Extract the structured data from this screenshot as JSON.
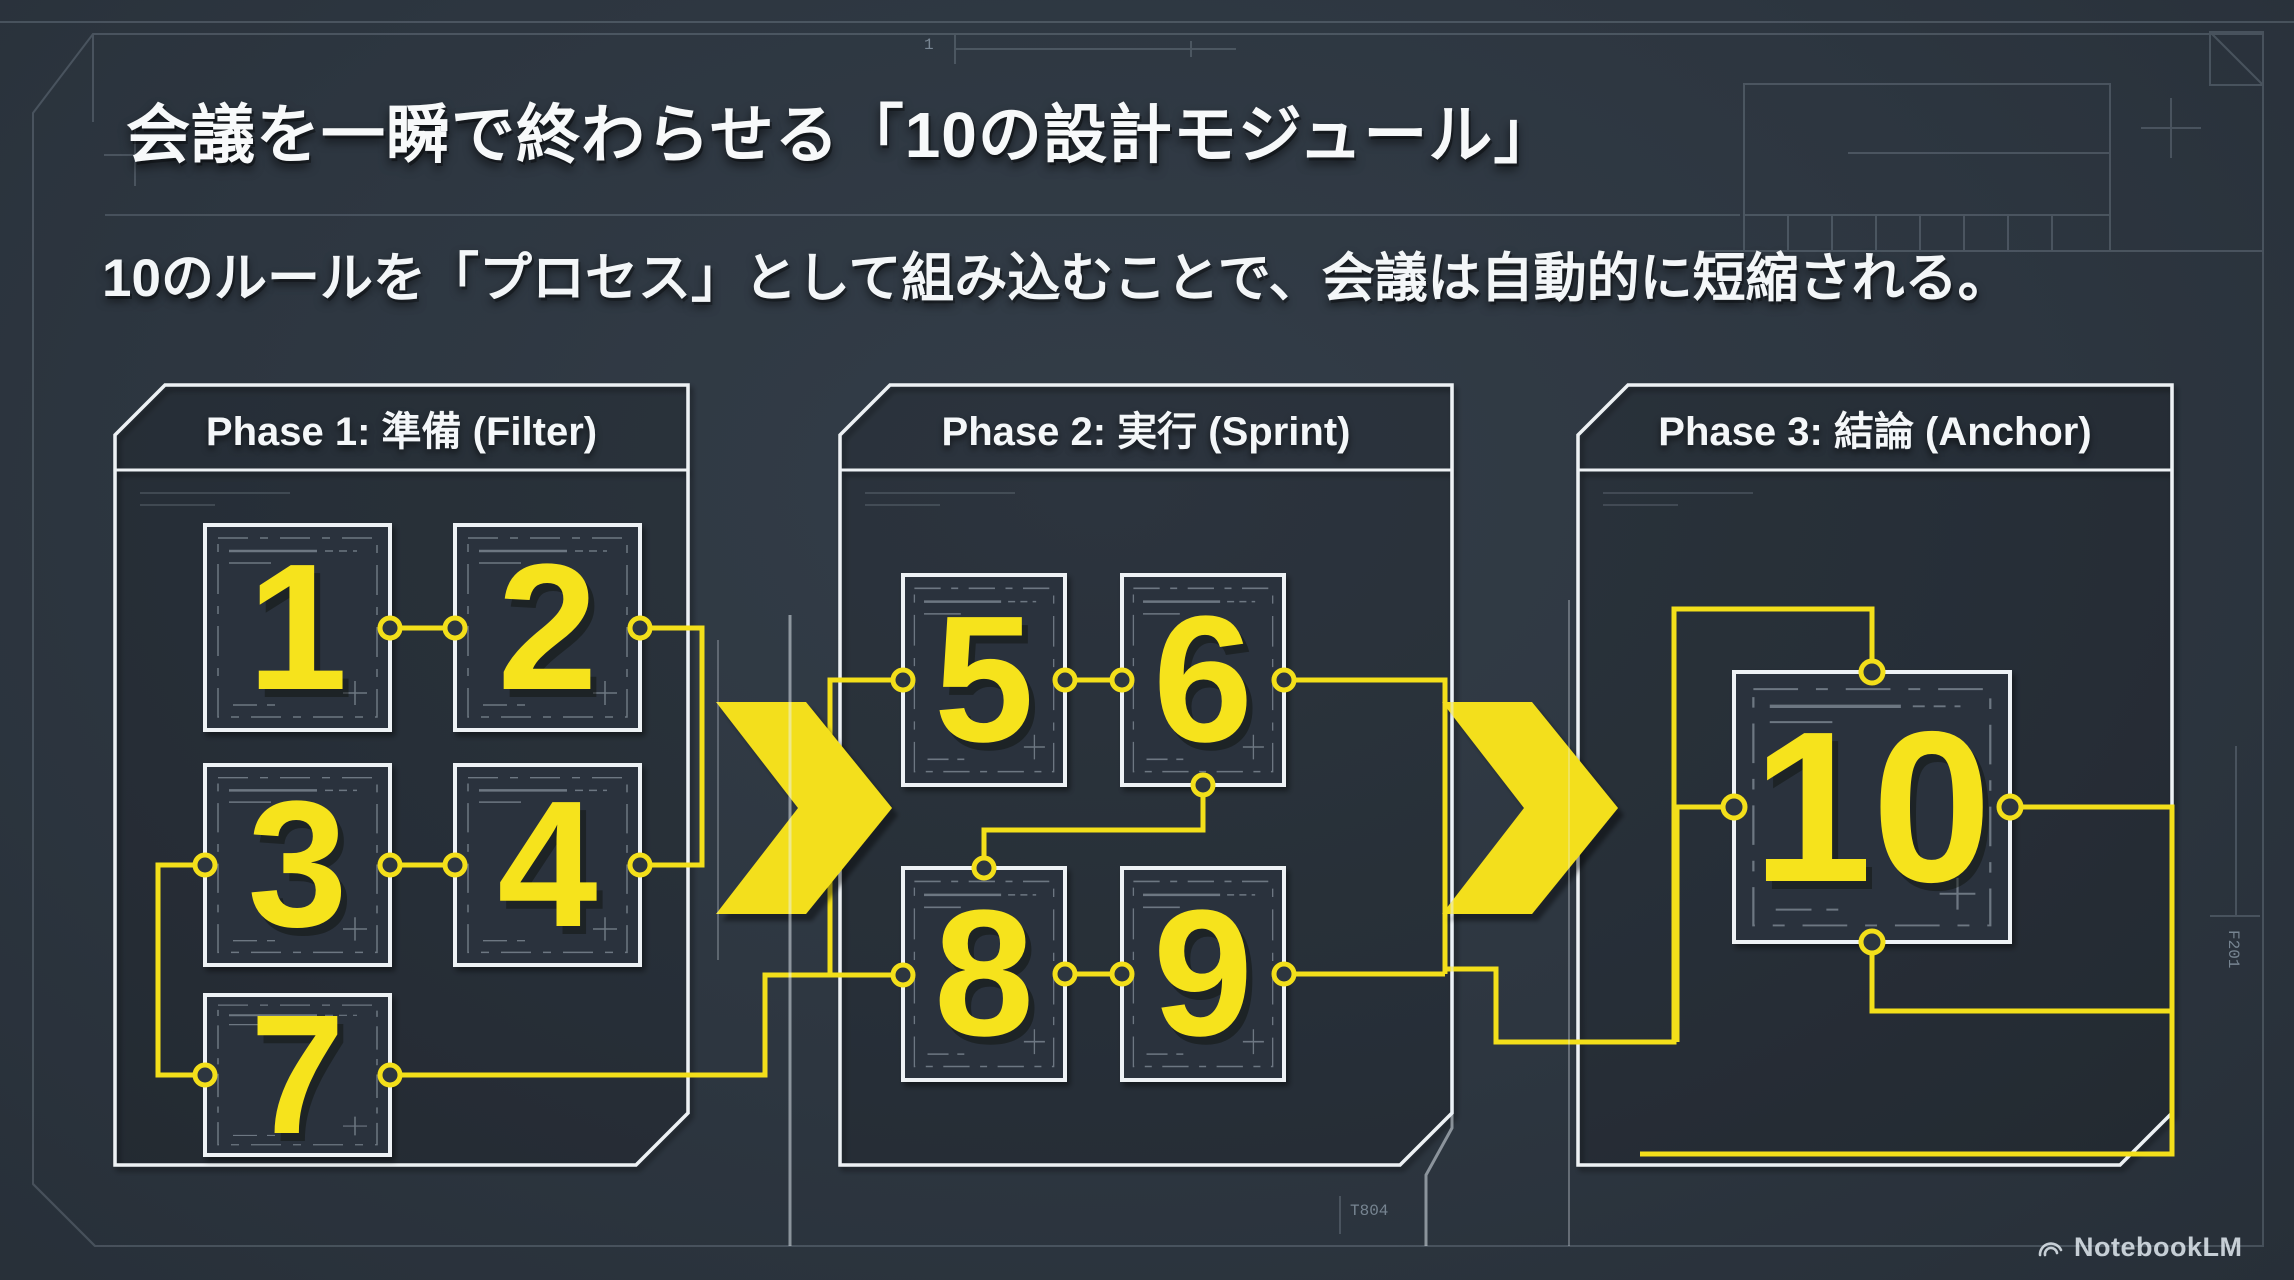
{
  "header": {
    "title": "会議を一瞬で終わらせる「10の設計モジュール」",
    "subtitle": "10のルールを「プロセス」として組み込むことで、会議は自動的に短縮される。"
  },
  "phases": [
    {
      "label": "Phase 1: 準備 (Filter)",
      "modules": [
        "1",
        "2",
        "3",
        "4",
        "7"
      ]
    },
    {
      "label": "Phase 2: 実行 (Sprint)",
      "modules": [
        "5",
        "6",
        "8",
        "9"
      ]
    },
    {
      "label": "Phase 3: 結論 (Anchor)",
      "modules": [
        "10"
      ]
    }
  ],
  "flow_edges": [
    "1-2",
    "2-4",
    "3-4",
    "3-7",
    "7-5",
    "7-8",
    "5-6",
    "6-8",
    "8-9",
    "9-10"
  ],
  "annotations": {
    "top_mark": "1",
    "bottom_mark": "T804",
    "right_mark": "F201"
  },
  "footer": {
    "brand": "NotebookLM"
  },
  "colors": {
    "background": "#2d3640",
    "accent_yellow": "#f3df1a",
    "line_white": "#eef1f4",
    "blueprint_line": "#a9b8c6",
    "module_fill": "#29323c"
  }
}
